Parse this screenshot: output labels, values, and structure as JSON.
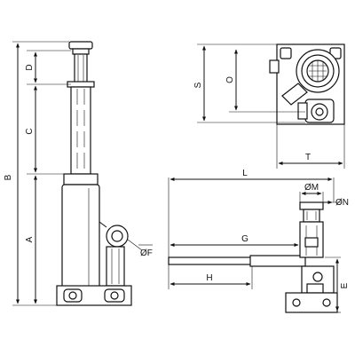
{
  "diagram": {
    "labels": {
      "A": "A",
      "B": "B",
      "C": "C",
      "D": "D",
      "F": "ØF",
      "S": "S",
      "O": "O",
      "T": "T",
      "L": "L",
      "G": "G",
      "H": "H",
      "E": "E",
      "M": "ØM",
      "N": "ØN"
    }
  }
}
